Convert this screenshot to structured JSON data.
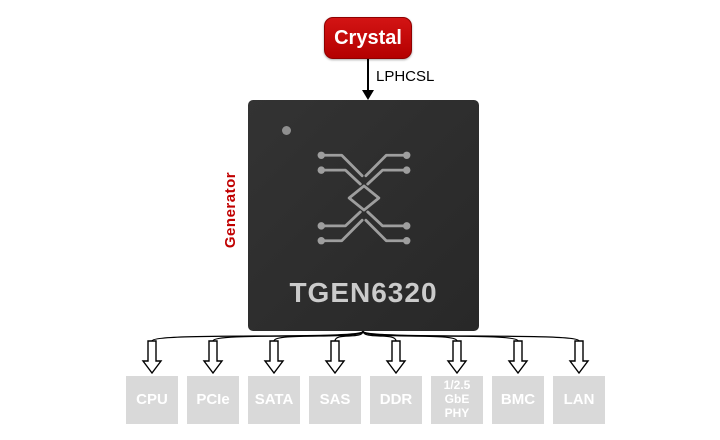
{
  "diagram": {
    "crystal": {
      "label": "Crystal"
    },
    "input_signal": {
      "label": "LPHCSL"
    },
    "generator": {
      "label": "Generator"
    },
    "chip": {
      "name": "TGEN6320"
    },
    "outputs": [
      {
        "label": "CPU"
      },
      {
        "label": "PCIe"
      },
      {
        "label": "SATA"
      },
      {
        "label": "SAS"
      },
      {
        "label": "DDR"
      },
      {
        "label": "1/2.5\nGbE\nPHY"
      },
      {
        "label": "BMC"
      },
      {
        "label": "LAN"
      }
    ],
    "colors": {
      "accent_red": "#c00000",
      "chip_body": "#2d2d2d",
      "chip_text": "#cbcbcb",
      "output_box": "#d9d9d9",
      "output_text": "#ffffff"
    }
  }
}
